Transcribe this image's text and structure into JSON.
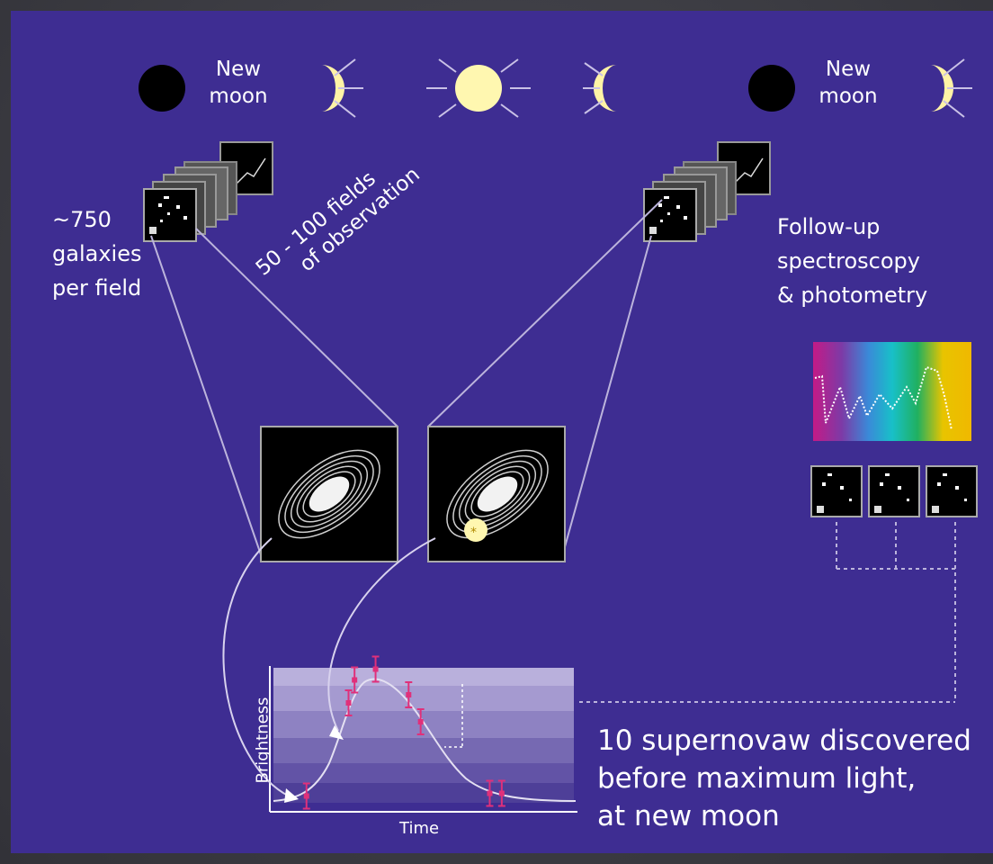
{
  "moon_phases": {
    "left_label": "New moon",
    "right_label": "New moon",
    "icons": [
      "new-moon-icon",
      "waxing-crescent-icon",
      "full-moon-icon",
      "waning-crescent-icon",
      "new-moon-icon",
      "waxing-crescent-icon"
    ]
  },
  "left_block": {
    "galaxies_count": "~750",
    "galaxies_line2": "galaxies",
    "galaxies_line3": "per field",
    "fields_line1": "50 - 100 fields",
    "fields_line2": "of observation"
  },
  "right_block": {
    "line1": "Follow-up",
    "line2": "spectroscopy",
    "line3": "& photometry"
  },
  "light_curve": {
    "ylabel": "Brightness",
    "xlabel": "Time",
    "error_points": [
      {
        "t": 0.11,
        "b": 0.05
      },
      {
        "t": 0.25,
        "b": 0.74
      },
      {
        "t": 0.27,
        "b": 0.91
      },
      {
        "t": 0.34,
        "b": 0.99
      },
      {
        "t": 0.45,
        "b": 0.8
      },
      {
        "t": 0.49,
        "b": 0.6
      },
      {
        "t": 0.72,
        "b": 0.07
      },
      {
        "t": 0.76,
        "b": 0.07
      }
    ]
  },
  "result_text": {
    "line1": "10 supernovaw discovered",
    "line2": "before maximum light,",
    "line3": "at new moon"
  },
  "colors": {
    "background": "#3e2d92",
    "moon_light": "#fff7b0",
    "error_bar": "#e0307a",
    "line": "#bcb4dc"
  }
}
